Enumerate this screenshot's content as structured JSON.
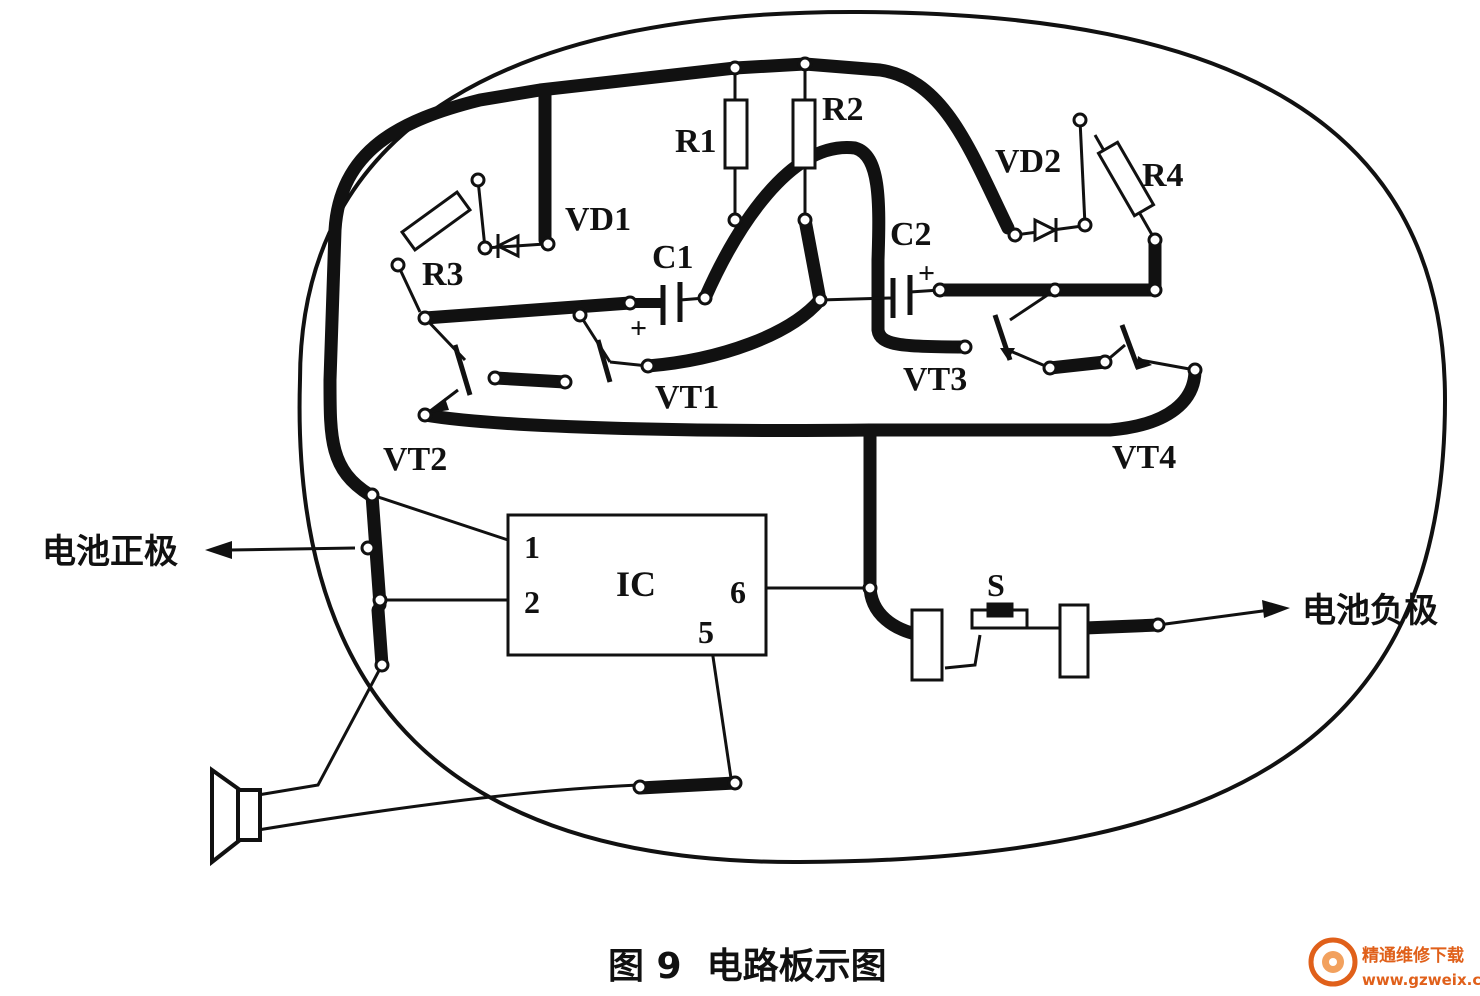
{
  "labels": {
    "r1": "R1",
    "r2": "R2",
    "r3": "R3",
    "r4": "R4",
    "vd1": "VD1",
    "vd2": "VD2",
    "c1": "C1",
    "c2": "C2",
    "vt1": "VT1",
    "vt2": "VT2",
    "vt3": "VT3",
    "vt4": "VT4",
    "ic": "IC",
    "s": "S",
    "pin1": "1",
    "pin2": "2",
    "pin5": "5",
    "pin6": "6",
    "plus1": "+",
    "plus2": "+"
  },
  "battery_positive": "电池正极",
  "battery_negative": "电池负极",
  "caption": "图 9  电路板示图",
  "watermark": {
    "name": "精通维修下载",
    "url": "www.gzweix.com",
    "color": "#e0601a"
  }
}
